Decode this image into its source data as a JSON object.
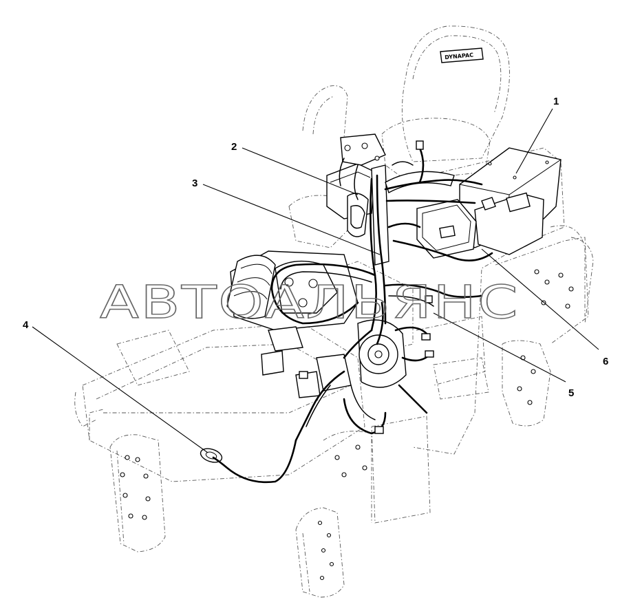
{
  "diagram": {
    "callouts": [
      {
        "id": "callout-1",
        "label": "1"
      },
      {
        "id": "callout-2",
        "label": "2"
      },
      {
        "id": "callout-3",
        "label": "3"
      },
      {
        "id": "callout-4",
        "label": "4"
      },
      {
        "id": "callout-5",
        "label": "5"
      },
      {
        "id": "callout-6",
        "label": "6"
      }
    ],
    "seat_logo": "DYNAPAC",
    "watermark": "АВТОАЛЬЯНС"
  }
}
